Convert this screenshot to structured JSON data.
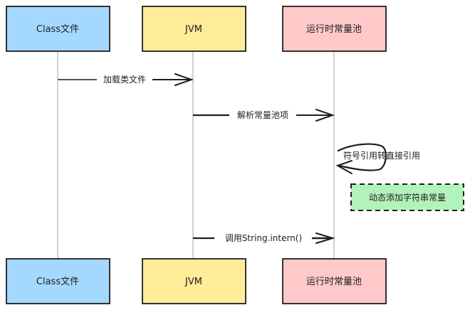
{
  "diagram": {
    "type": "sequence",
    "participants": [
      {
        "id": "class",
        "label": "Class文件",
        "color": "#a5d8ff"
      },
      {
        "id": "jvm",
        "label": "JVM",
        "color": "#ffec99"
      },
      {
        "id": "pool",
        "label": "运行时常量池",
        "color": "#ffc9c9"
      }
    ],
    "messages": [
      {
        "from": "class",
        "to": "jvm",
        "label": "加载类文件"
      },
      {
        "from": "jvm",
        "to": "pool",
        "label": "解析常量池项"
      },
      {
        "from": "pool",
        "to": "pool",
        "label": "符号引用转直接引用"
      },
      {
        "from": "jvm",
        "to": "pool",
        "label": "调用String.intern()"
      }
    ],
    "note": {
      "over": "pool",
      "label": "动态添加字符串常量",
      "color": "#b2f2bb"
    },
    "colors": {
      "stroke": "#1e1e1e",
      "lifeline": "#b0b0b0"
    }
  }
}
